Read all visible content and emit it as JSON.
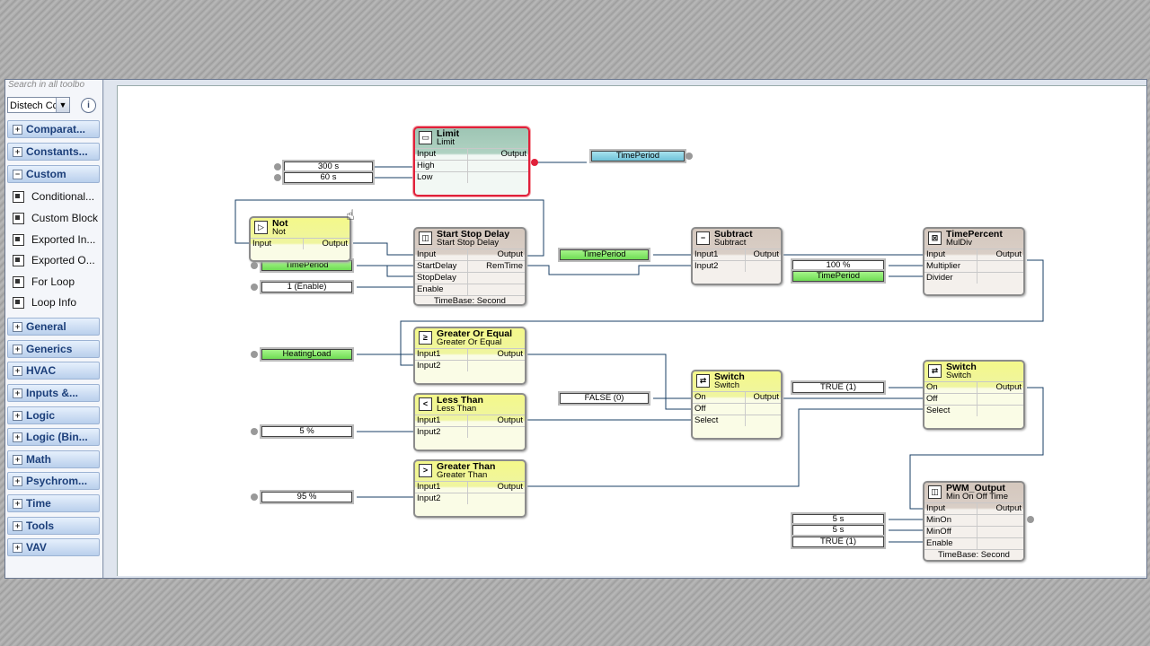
{
  "sidebar": {
    "search_hint": "Search in all toolbo",
    "library_select": "Distech Cc",
    "info_label": "i",
    "categories_top": [
      {
        "label": "Comparat...",
        "sign": "+"
      },
      {
        "label": "Constants...",
        "sign": "+"
      },
      {
        "label": "Custom",
        "sign": "−"
      }
    ],
    "custom_items": [
      "Conditional...",
      "Custom Block",
      "Exported In...",
      "Exported O...",
      "For Loop",
      "Loop Info"
    ],
    "categories_bottom": [
      "General",
      "Generics",
      "HVAC",
      "Inputs &...",
      "Logic",
      "Logic (Bin...",
      "Math",
      "Psychrom...",
      "Time",
      "Tools",
      "VAV"
    ],
    "plus_sign": "+"
  },
  "blocks": {
    "limit": {
      "title": "Limit",
      "subtitle": "Limit",
      "icon": "▭",
      "in1": "Input",
      "in2": "High",
      "in3": "Low",
      "out": "Output"
    },
    "not": {
      "title": "Not",
      "subtitle": "Not",
      "icon": "▷",
      "in1": "Input",
      "out": "Output"
    },
    "ssd": {
      "title": "Start Stop Delay",
      "subtitle": "Start Stop Delay",
      "icon": "◫",
      "in1": "Input",
      "in2": "StartDelay",
      "in3": "StopDelay",
      "in4": "Enable",
      "out1": "Output",
      "out2": "RemTime",
      "foot": "TimeBase: Second"
    },
    "subtract": {
      "title": "Subtract",
      "subtitle": "Subtract",
      "icon": "−",
      "in1": "Input1",
      "in2": "Input2",
      "out": "Output"
    },
    "timepercent": {
      "title": "TimePercent",
      "subtitle": "MulDiv",
      "icon": "⊠",
      "in1": "Input",
      "in2": "Multiplier",
      "in3": "Divider",
      "out": "Output"
    },
    "goe": {
      "title": "Greater Or Equal",
      "subtitle": "Greater Or Equal",
      "icon": "≥",
      "in1": "Input1",
      "in2": "Input2",
      "out": "Output"
    },
    "lt": {
      "title": "Less Than",
      "subtitle": "Less Than",
      "icon": "<",
      "in1": "Input1",
      "in2": "Input2",
      "out": "Output"
    },
    "gt": {
      "title": "Greater Than",
      "subtitle": "Greater Than",
      "icon": ">",
      "in1": "Input1",
      "in2": "Input2",
      "out": "Output"
    },
    "switch1": {
      "title": "Switch",
      "subtitle": "Switch",
      "icon": "⇄",
      "in1": "On",
      "in2": "Off",
      "in3": "Select",
      "out": "Output"
    },
    "switch2": {
      "title": "Switch",
      "subtitle": "Switch",
      "icon": "⇄",
      "in1": "On",
      "in2": "Off",
      "in3": "Select",
      "out": "Output"
    },
    "pwm": {
      "title": "PWM_Output",
      "subtitle": "Min On Off Time",
      "icon": "◫",
      "in1": "Input",
      "in2": "MinOn",
      "in3": "MinOff",
      "in4": "Enable",
      "out": "Output",
      "foot": "TimeBase: Second"
    }
  },
  "values": {
    "v300": "300 s",
    "v60": "60 s",
    "tp_out": "TimePeriod",
    "tp_not": "TimePeriod",
    "enable1": "1 (Enable)",
    "tp_sub": "TimePeriod",
    "v100": "100 %",
    "tp_div": "TimePeriod",
    "heating": "HeatingLoad",
    "v5pct": "5 %",
    "v95pct": "95 %",
    "false0": "FALSE (0)",
    "true1": "TRUE (1)",
    "minon": "5 s",
    "minoff": "5 s",
    "true2": "TRUE (1)"
  },
  "colors": {
    "selected": "#e0203a",
    "green_value": "#7ee060",
    "blue_value": "#7fcadc",
    "block_yellow": "#f4f88a"
  }
}
